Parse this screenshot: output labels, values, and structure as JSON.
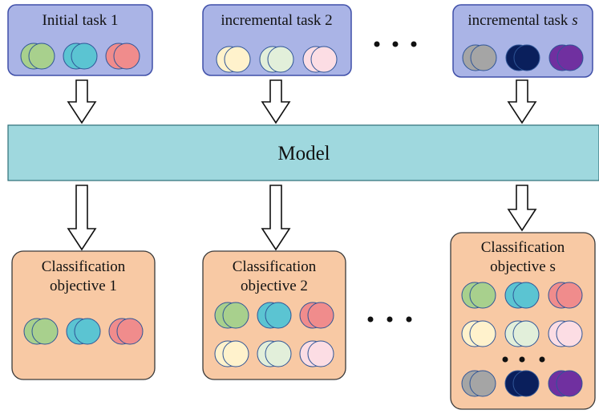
{
  "colors": {
    "task_box_fill": "#aab4e6",
    "task_box_stroke": "#3f4fa8",
    "model_fill": "#9fd8de",
    "model_stroke": "#2e6e78",
    "objective_fill": "#f8c9a4",
    "objective_stroke": "#3a3a3a",
    "green": "#a8d08d",
    "cyan": "#5bc4d2",
    "red": "#f08c8c",
    "cream": "#fff2cc",
    "mint": "#e2efda",
    "pink": "#fcdde4",
    "gray": "#a5a5a5",
    "navy": "#0a1f5c",
    "purple": "#7030a0",
    "circle_stroke": "#2f5597"
  },
  "tasks": [
    {
      "title": "Initial task 1",
      "title_italic_suffix": "",
      "circles": [
        "green",
        "cyan",
        "red"
      ]
    },
    {
      "title": "incremental task 2",
      "title_italic_suffix": "",
      "circles": [
        "cream",
        "mint",
        "pink"
      ]
    },
    {
      "title": "incremental task ",
      "title_italic_suffix": "s",
      "circles": [
        "gray",
        "navy",
        "purple"
      ]
    }
  ],
  "model": {
    "label": "Model"
  },
  "objectives": [
    {
      "title_line1": "Classification",
      "title_line2": "objective 1",
      "rows": [
        [
          "green",
          "cyan",
          "red"
        ]
      ]
    },
    {
      "title_line1": "Classification",
      "title_line2": "objective 2",
      "rows": [
        [
          "green",
          "cyan",
          "red"
        ],
        [
          "cream",
          "mint",
          "pink"
        ]
      ]
    },
    {
      "title_line1": "Classification",
      "title_line2": "objective s",
      "rows": [
        [
          "green",
          "cyan",
          "red"
        ],
        [
          "cream",
          "mint",
          "pink"
        ],
        "ellipsis",
        [
          "gray",
          "navy",
          "purple"
        ]
      ]
    }
  ]
}
